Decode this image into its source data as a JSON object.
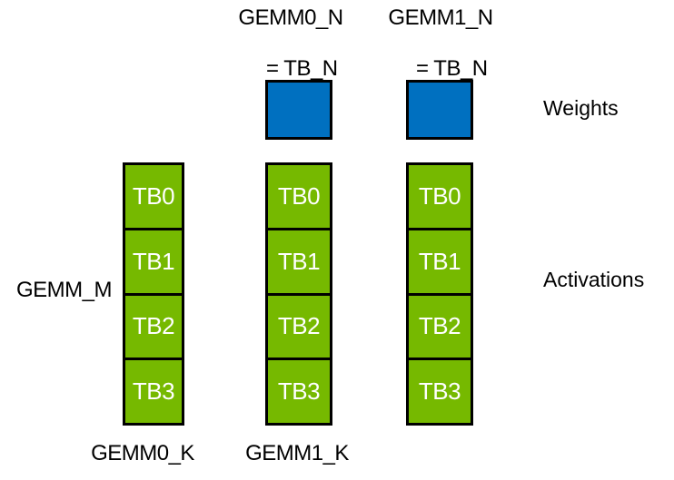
{
  "colors": {
    "background": "#ffffff",
    "activation_green": "#76b900",
    "weight_blue": "#0070c0",
    "border_black": "#000000",
    "label_text": "#000000",
    "block_text": "#ffffff"
  },
  "top_labels": [
    {
      "line1": "GEMM0_N",
      "line2": "= TB_N"
    },
    {
      "line1": "GEMM1_N",
      "line2": "= TB_N"
    }
  ],
  "right_labels": {
    "weights": "Weights",
    "activations": "Activations"
  },
  "left_labels": {
    "gemm_m": "GEMM_M"
  },
  "bottom_labels": [
    {
      "text": "GEMM0_K"
    },
    {
      "text": "GEMM1_K"
    }
  ],
  "weight_tiles": [
    {
      "name": "weight-tile-gemm0"
    },
    {
      "name": "weight-tile-gemm1"
    }
  ],
  "activation_columns": [
    {
      "blocks": [
        "TB0",
        "TB1",
        "TB2",
        "TB3"
      ]
    },
    {
      "blocks": [
        "TB0",
        "TB1",
        "TB2",
        "TB3"
      ]
    },
    {
      "blocks": [
        "TB0",
        "TB1",
        "TB2",
        "TB3"
      ]
    }
  ]
}
